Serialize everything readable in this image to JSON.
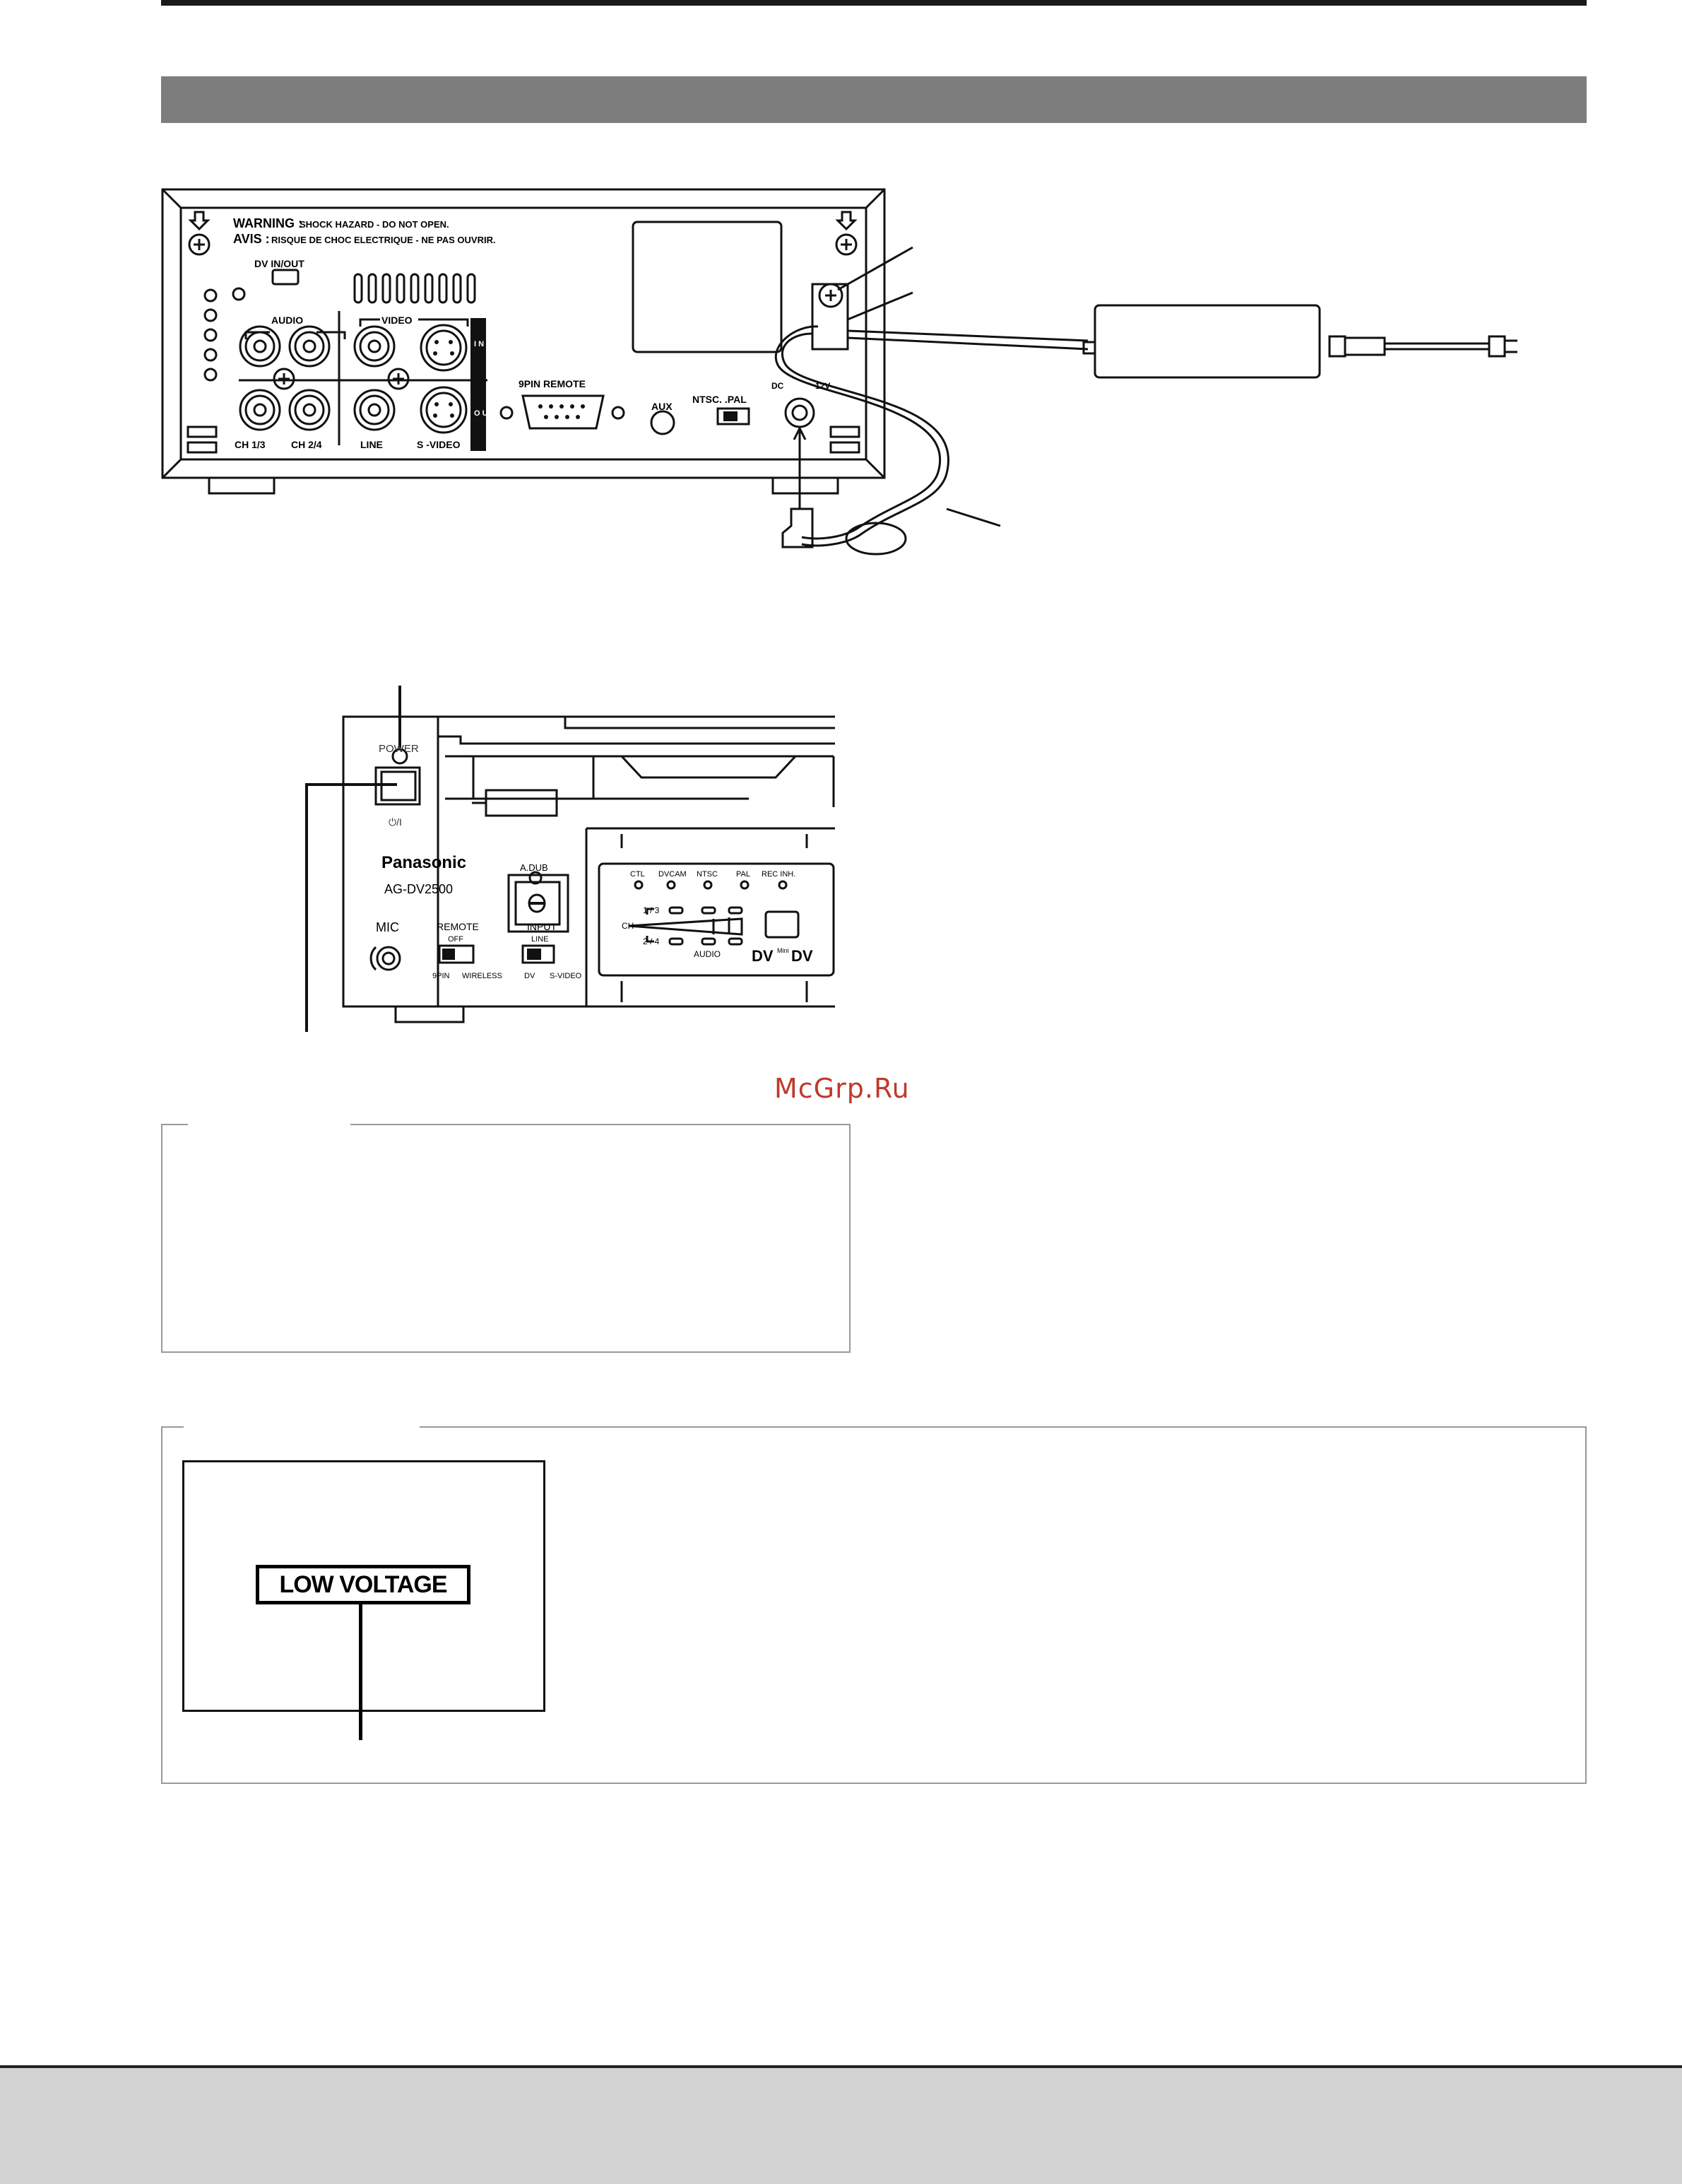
{
  "rear_panel": {
    "warning_label": "WARNING :",
    "warning_text": "SHOCK HAZARD - DO NOT OPEN.",
    "avis_label": "AVIS :",
    "avis_text": "RISQUE DE CHOC ELECTRIQUE - NE PAS OUVRIR.",
    "dv_in_out": "DV IN/OUT",
    "audio": "AUDIO",
    "video": "VIDEO",
    "in_label": "I N",
    "out_label": "O U T",
    "ch13": "CH 1/3",
    "ch24": "CH 2/4",
    "line": "LINE",
    "s_video": "S -VIDEO",
    "pin9_remote": "9PIN REMOTE",
    "aux": "AUX",
    "ntsc_pal": "NTSC. .PAL",
    "dc_in": "DC",
    "dc_12v": "12V"
  },
  "front_panel": {
    "power": "POWER",
    "power_symbol": "⏻/I",
    "brand": "Panasonic",
    "model": "AG-DV2500",
    "a_dub": "A.DUB",
    "mic": "MIC",
    "remote": "REMOTE",
    "off": "OFF",
    "pin9": "9PIN",
    "wireless": "WIRELESS",
    "input": "INPUT",
    "input_line": "LINE",
    "dv": "DV",
    "s_video": "S-VIDEO",
    "cte": "CTL",
    "dvcam": "DVCAM",
    "ntsc": "NTSC",
    "pal": "PAL",
    "rec_inh": "REC INH.",
    "ch": "CH",
    "ch13": "1 / 3",
    "ch24": "2 / 4",
    "audio": "AUDIO",
    "dv_logo": "DV",
    "mini": "Mini",
    "minidv_logo": "DV"
  },
  "watermark": "McGrp.Ru",
  "lcd_message": "LOW VOLTAGE"
}
